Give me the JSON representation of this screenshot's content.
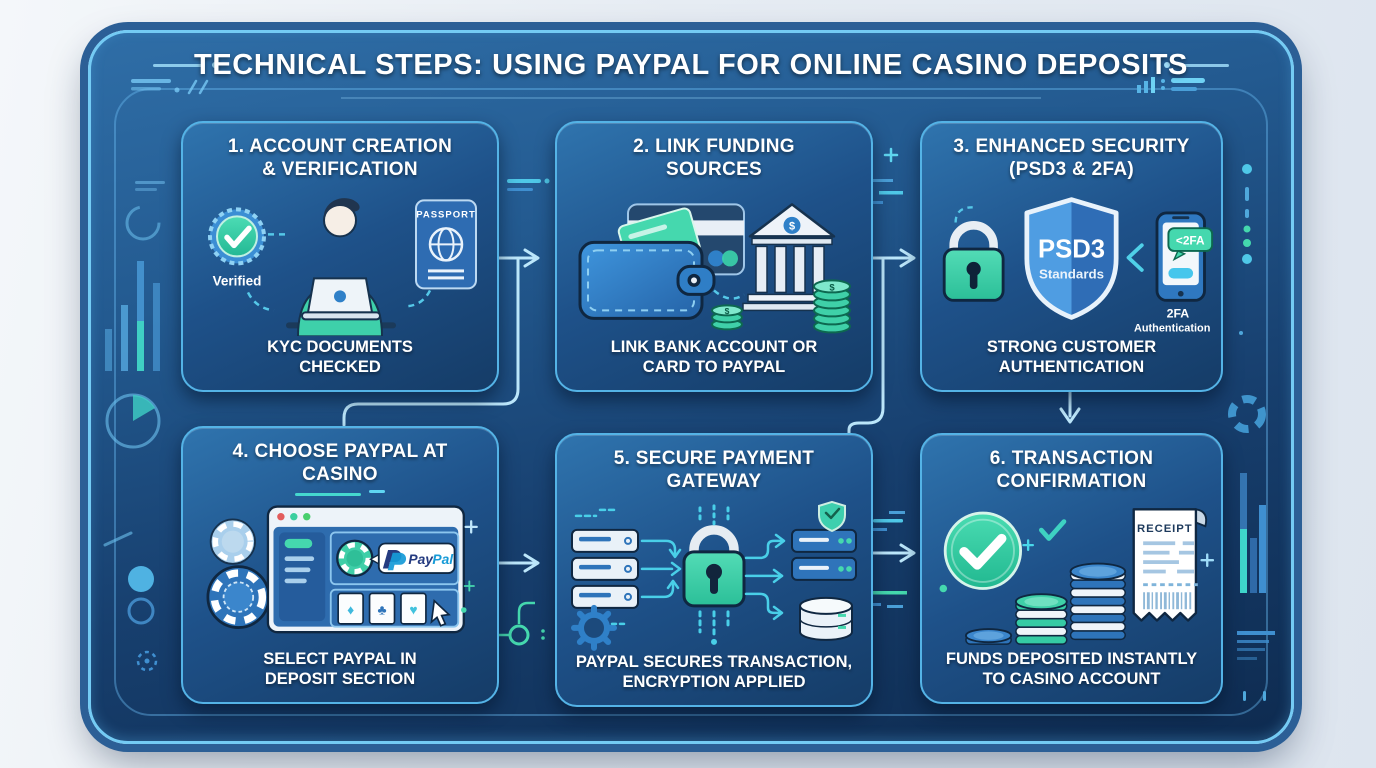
{
  "header": {
    "title": "TECHNICAL STEPS: USING PAYPAL FOR ONLINE CASINO DEPOSITS"
  },
  "cards": [
    {
      "title": "1. ACCOUNT CREATION\n& VERIFICATION",
      "caption": "KYC DOCUMENTS\nCHECKED",
      "badge_label": "Verified",
      "passport_label": "PASSPORT"
    },
    {
      "title": "2. LINK FUNDING\nSOURCES",
      "caption": "LINK BANK ACCOUNT OR\nCARD TO PAYPAL",
      "currency_symbol": "$"
    },
    {
      "title": "3. ENHANCED SECURITY\n(PSD3 & 2FA)",
      "caption": "STRONG CUSTOMER\nAUTHENTICATION",
      "shield_title": "PSD3",
      "shield_subtitle": "Standards",
      "sms_bubble": "<2FA",
      "phone_label_line1": "2FA",
      "phone_label_line2": "Authentication"
    },
    {
      "title": "4. CHOOSE PAYPAL AT CASINO",
      "caption": "SELECT PAYPAL IN\nDEPOSIT SECTION",
      "paypal_pay": "Pay",
      "paypal_pal": "Pal",
      "suit_diamond": "♦",
      "suit_club": "♣",
      "suit_heart": "♥"
    },
    {
      "title": "5. SECURE PAYMENT\nGATEWAY",
      "caption": "PAYPAL SECURES TRANSACTION,\nENCRYPTION APPLIED"
    },
    {
      "title": "6. TRANSACTION\nCONFIRMATION",
      "caption": "FUNDS DEPOSITED INSTANTLY\nTO CASINO ACCOUNT",
      "receipt_label": "RECEIPT"
    }
  ],
  "colors": {
    "accent_teal": "#3ed0aa",
    "accent_blue": "#55b4e6",
    "panel_border": "#74cbf4",
    "paypal_dark": "#253b80",
    "paypal_light": "#179bd7"
  }
}
